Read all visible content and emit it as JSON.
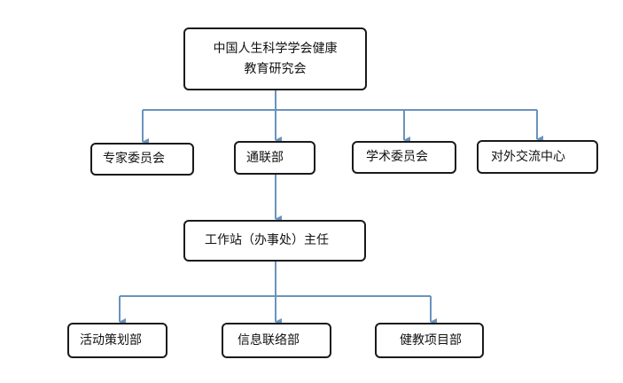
{
  "diagram": {
    "root": {
      "line1": "中国人生科学学会健康",
      "line2": "教育研究会"
    },
    "level1": [
      {
        "label": "专家委员会"
      },
      {
        "label": "通联部"
      },
      {
        "label": "学术委员会"
      },
      {
        "label": "对外交流中心"
      }
    ],
    "station": {
      "label": "工作站（办事处）主任"
    },
    "level3": [
      {
        "label": "活动策划部"
      },
      {
        "label": "信息联络部"
      },
      {
        "label": "健教项目部"
      }
    ]
  },
  "colors": {
    "connector": "#6a93bd",
    "box_border": "#1a1a1a",
    "text": "#111111",
    "background": "#ffffff"
  }
}
